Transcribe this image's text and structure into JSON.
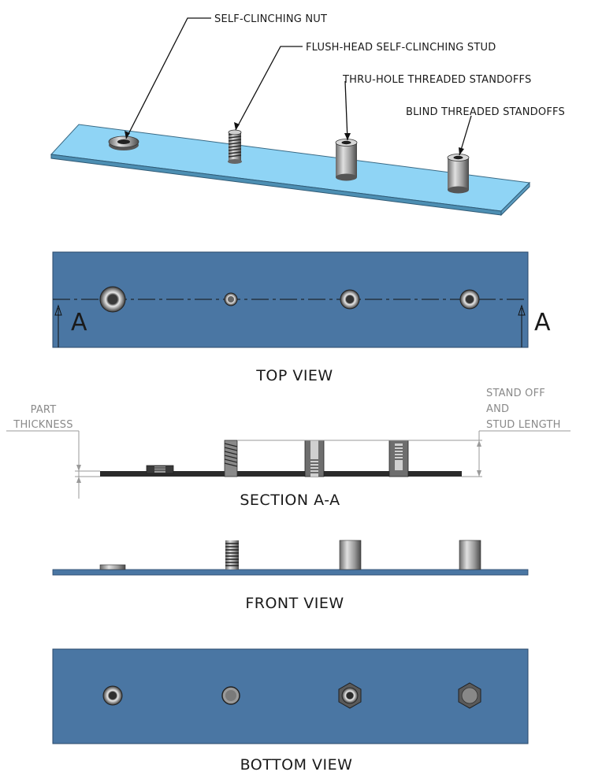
{
  "callouts": {
    "nut": "SELF-CLINCHING NUT",
    "stud": "FLUSH-HEAD SELF-CLINCHING STUD",
    "thru": "THRU-HOLE THREADED STANDOFFS",
    "blind": "BLIND THREADED STANDOFFS"
  },
  "section_marks": {
    "left": "A",
    "right": "A"
  },
  "views": {
    "top": "TOP VIEW",
    "section": "SECTION A-A",
    "front": "FRONT VIEW",
    "bottom": "BOTTOM VIEW"
  },
  "dimensions": {
    "thickness_line1": "PART",
    "thickness_line2": "THICKNESS",
    "length_line1": "STAND OFF",
    "length_line2": "AND",
    "length_line3": "STUD LENGTH"
  },
  "colors": {
    "iso_plate": "#8fd4f5",
    "plate_blue": "#4a76a3",
    "section_plate": "#2b2b2b"
  }
}
